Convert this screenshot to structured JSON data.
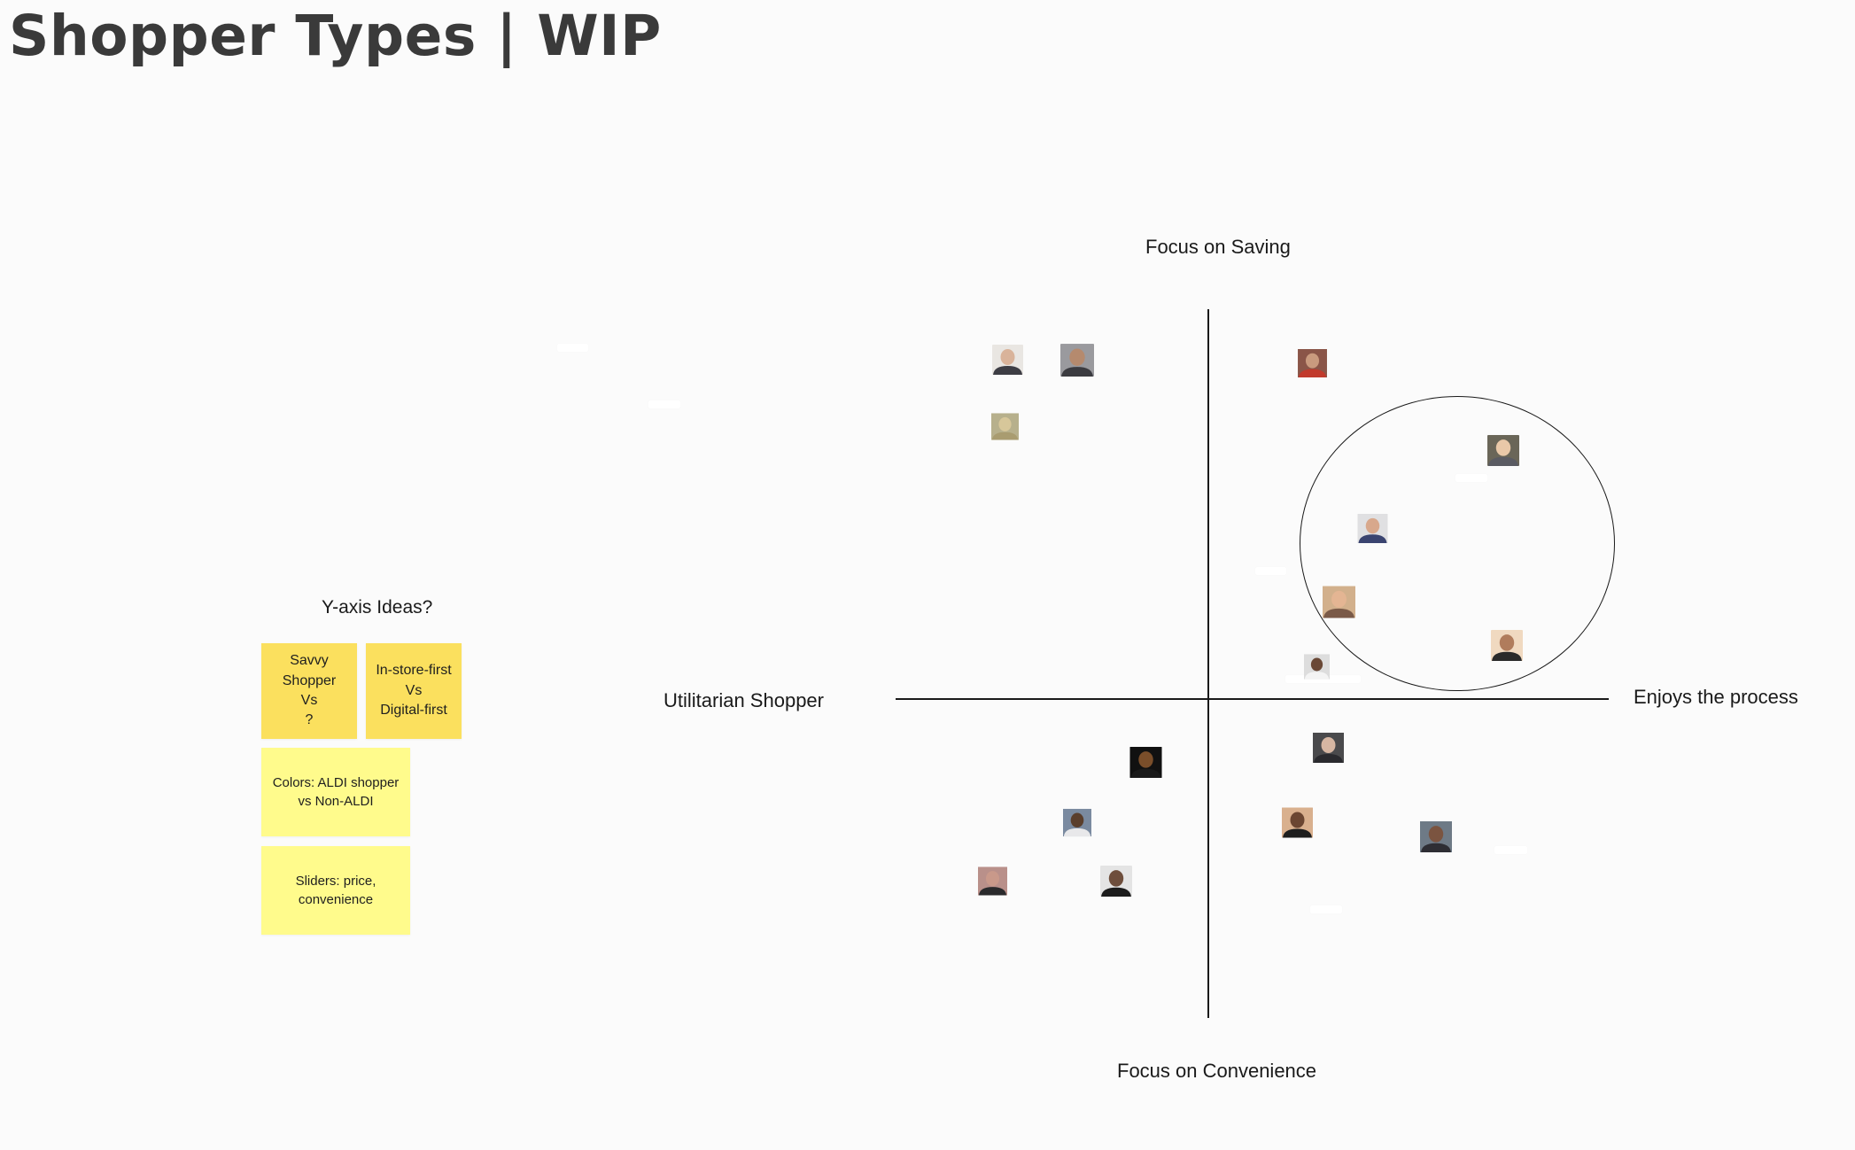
{
  "board": {
    "title": "Shopper Types | WIP"
  },
  "matrix": {
    "top_label": "Focus on Saving",
    "bottom_label": "Focus on Convenience",
    "left_label": "Utilitarian Shopper",
    "right_label": "Enjoys the process",
    "axis_color": "#1a1a1a"
  },
  "ideas": {
    "heading": "Y-axis Ideas?",
    "notes": [
      {
        "text": "Savvy\nShopper\nVs\n?",
        "color": "#fbe05e"
      },
      {
        "text": "In-store-first\nVs\nDigital-first",
        "color": "#fbe05e"
      },
      {
        "text": "Colors: ALDI shopper\nvs Non-ALDI",
        "color": "#fffb8c"
      },
      {
        "text": "Sliders: price,\nconvenience",
        "color": "#fffb8c"
      }
    ]
  },
  "participants": [
    {
      "icon": "person-photo-icon",
      "bg": "#e9e6e2",
      "skin": "#d9b39a",
      "shirt": "#3d3d44"
    },
    {
      "icon": "person-photo-icon",
      "bg": "#9a9a9e",
      "skin": "#b58a6e",
      "shirt": "#3b3b40"
    },
    {
      "icon": "person-photo-icon",
      "bg": "#8a5548",
      "skin": "#c99a7e",
      "shirt": "#c13a2c"
    },
    {
      "icon": "person-photo-icon",
      "bg": "#b7b08c",
      "skin": "#d7c79a",
      "shirt": "#a99c70"
    },
    {
      "icon": "person-photo-icon",
      "bg": "#6a6658",
      "skin": "#e9c8a8",
      "shirt": "#5a5b62"
    },
    {
      "icon": "person-photo-icon",
      "bg": "#e0e0e2",
      "skin": "#d8a88c",
      "shirt": "#3a4470"
    },
    {
      "icon": "person-photo-icon",
      "bg": "#d2b08c",
      "skin": "#e4b593",
      "shirt": "#7a5a48"
    },
    {
      "icon": "person-photo-icon",
      "bg": "#f0d9c0",
      "skin": "#b07c5c",
      "shirt": "#2a2a2a"
    },
    {
      "icon": "person-photo-icon",
      "bg": "#dddddd",
      "skin": "#6a4836",
      "shirt": "#f4f4f4"
    },
    {
      "icon": "person-photo-icon",
      "bg": "#4a4a4c",
      "skin": "#d6b6a2",
      "shirt": "#2a2a2e"
    },
    {
      "icon": "person-photo-icon",
      "bg": "#111111",
      "skin": "#7a4e2a",
      "shirt": "#1a1a1a"
    },
    {
      "icon": "person-photo-icon",
      "bg": "#7a8aa0",
      "skin": "#5a3e2c",
      "shirt": "#e8e8ea"
    },
    {
      "icon": "person-photo-icon",
      "bg": "#d9b08e",
      "skin": "#6b4632",
      "shirt": "#1e1e1e"
    },
    {
      "icon": "person-photo-icon",
      "bg": "#6e7a86",
      "skin": "#7b5440",
      "shirt": "#2e2e34"
    },
    {
      "icon": "person-photo-icon",
      "bg": "#b9908a",
      "skin": "#c9998a",
      "shirt": "#2a2a2c"
    },
    {
      "icon": "person-photo-icon",
      "bg": "#e4e4e4",
      "skin": "#6e4e3c",
      "shirt": "#1c1c1c"
    }
  ]
}
